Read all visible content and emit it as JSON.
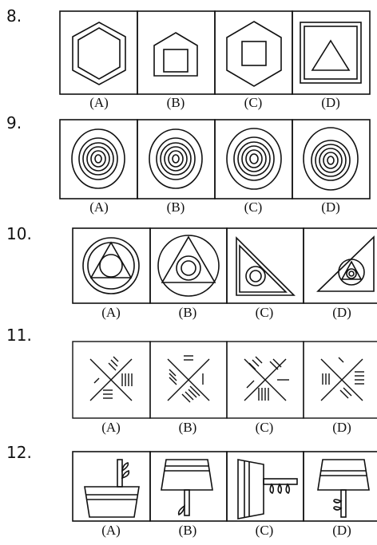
{
  "questions": [
    {
      "number": "8.",
      "options": [
        "(A)",
        "(B)",
        "(C)",
        "(D)"
      ]
    },
    {
      "number": "9.",
      "options": [
        "(A)",
        "(B)",
        "(C)",
        "(D)"
      ]
    },
    {
      "number": "10.",
      "options": [
        "(A)",
        "(B)",
        "(C)",
        "(D)"
      ]
    },
    {
      "number": "11.",
      "options": [
        "(A)",
        "(B)",
        "(C)",
        "(D)"
      ]
    },
    {
      "number": "12.",
      "options": [
        "(A)",
        "(B)",
        "(C)",
        "(D)"
      ]
    }
  ]
}
